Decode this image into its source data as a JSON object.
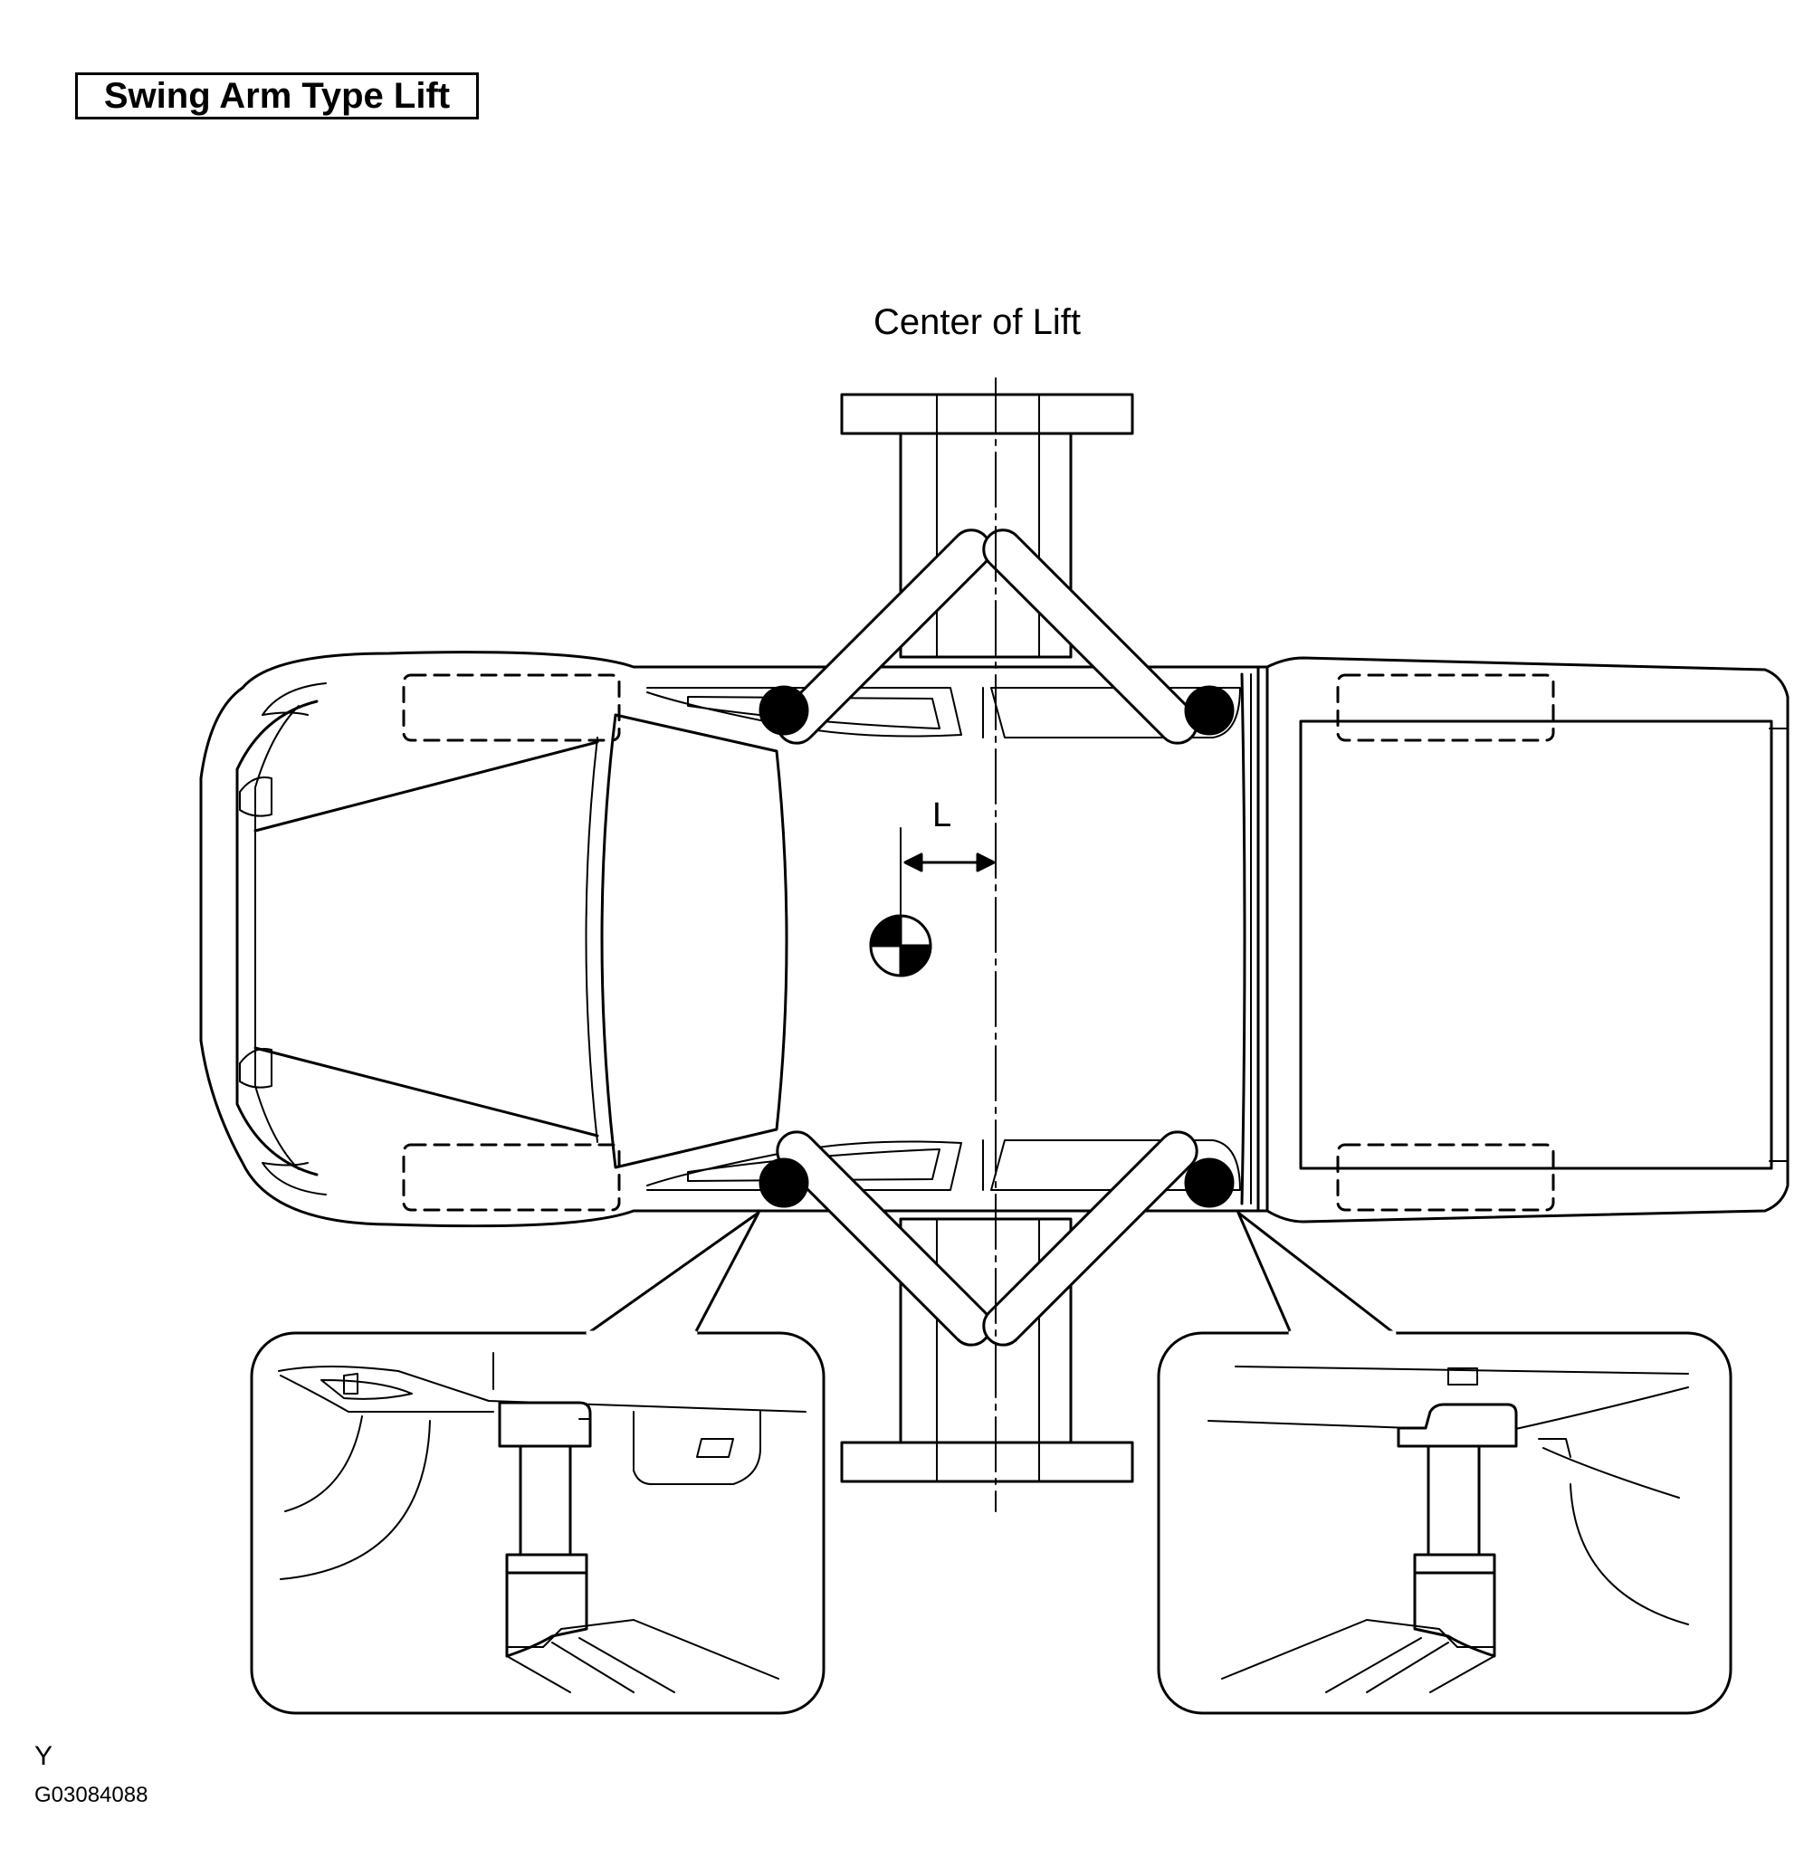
{
  "title": "Swing Arm Type Lift",
  "labels": {
    "center_of_lift": "Center of Lift",
    "offset": "L"
  },
  "footer": {
    "letter": "Y",
    "figure_code": "G03084088"
  }
}
